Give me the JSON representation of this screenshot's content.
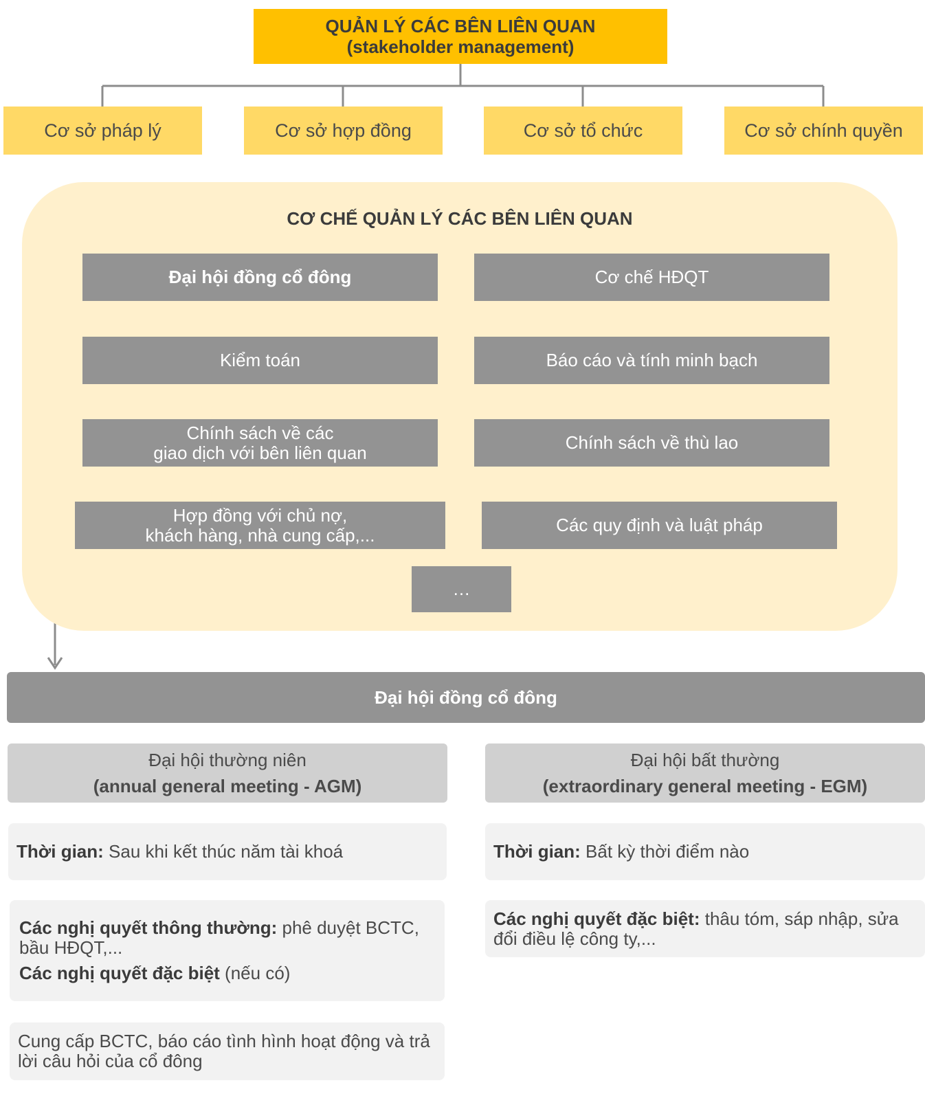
{
  "header": {
    "title_line1": "QUẢN LÝ CÁC BÊN LIÊN QUAN",
    "title_line2": "(stakeholder management)"
  },
  "bases": [
    "Cơ sở pháp lý",
    "Cơ sở hợp đồng",
    "Cơ sở tổ chức",
    "Cơ sở chính quyền"
  ],
  "mechanism": {
    "title": "CƠ CHẾ QUẢN LÝ CÁC BÊN LIÊN QUAN",
    "items": [
      {
        "line1": "Đại hội đồng cổ đông",
        "line2": ""
      },
      {
        "line1": "Cơ chế HĐQT",
        "line2": ""
      },
      {
        "line1": "Kiểm toán",
        "line2": ""
      },
      {
        "line1": "Báo cáo và tính minh bạch",
        "line2": ""
      },
      {
        "line1": "Chính sách về các",
        "line2": "giao dịch với bên liên quan"
      },
      {
        "line1": "Chính sách về thù lao",
        "line2": ""
      },
      {
        "line1": "Hợp đồng với chủ nợ,",
        "line2": "khách hàng, nhà cung cấp,..."
      },
      {
        "line1": "Các quy định và luật pháp",
        "line2": ""
      },
      {
        "line1": "…",
        "line2": ""
      }
    ]
  },
  "agm_section": {
    "title": "Đại hội đồng cổ đông",
    "agm": {
      "name": "Đại hội thường niên",
      "english": "(annual general meeting - AGM)",
      "time_label": "Thời gian:",
      "time_value": " Sau khi kết thúc năm tài khoá",
      "ordinary_label": "Các nghị quyết thông thường:",
      "ordinary_value": " phê duyệt BCTC, bầu HĐQT,...",
      "special_label": "Các nghị quyết đặc biệt",
      "special_value": " (nếu có)",
      "provide_text": "Cung cấp BCTC, báo cáo tình hình hoạt động và trả lời câu hỏi của cổ đông"
    },
    "egm": {
      "name": "Đại hội bất thường",
      "english": "(extraordinary general meeting - EGM)",
      "time_label": "Thời gian:",
      "time_value": " Bất kỳ thời điểm nào",
      "special_label": "Các nghị quyết đặc biệt:",
      "special_value": " thâu tóm, sáp nhập, sửa đổi điều lệ công ty,..."
    }
  },
  "colors": {
    "title_fill": "#FFC000",
    "basis_fill": "#FFD966",
    "panel_fill": "#FFF0CC",
    "box_gray": "#939393",
    "meeting_gray": "#D0D0D0",
    "card_fill": "#F2F2F2",
    "connector": "#8c8c8c"
  }
}
